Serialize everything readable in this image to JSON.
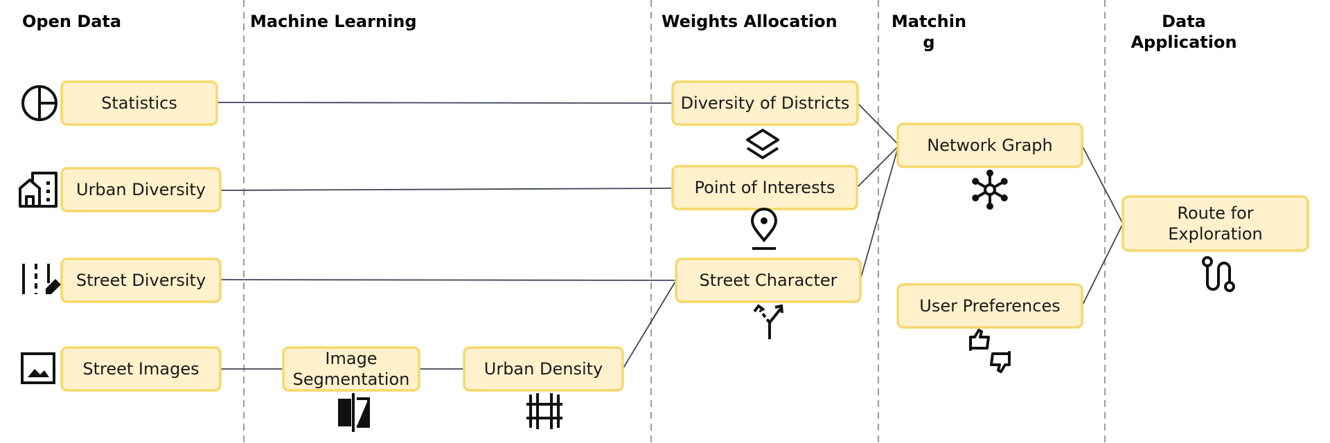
{
  "colors": {
    "node_fill": "#FFF1CC",
    "node_stroke": "#F6D86A",
    "connector": "#3b4556",
    "divider": "#a0a0a0",
    "icon": "#111111"
  },
  "columns": [
    {
      "id": "open-data",
      "lines": [
        "Open Data"
      ]
    },
    {
      "id": "machine-learning",
      "lines": [
        "Machine Learning"
      ]
    },
    {
      "id": "weights-allocation",
      "lines": [
        "Weights Allocation"
      ]
    },
    {
      "id": "matching",
      "lines": [
        "Matchin",
        "g"
      ]
    },
    {
      "id": "data-application",
      "lines": [
        "Data",
        "Application"
      ]
    }
  ],
  "nodes": [
    {
      "id": "statistics",
      "lines": [
        "Statistics"
      ],
      "icon": "pie-chart-icon"
    },
    {
      "id": "urban-diversity",
      "lines": [
        "Urban Diversity"
      ],
      "icon": "buildings-icon"
    },
    {
      "id": "street-diversity",
      "lines": [
        "Street Diversity"
      ],
      "icon": "street-edit-icon"
    },
    {
      "id": "street-images",
      "lines": [
        "Street Images"
      ],
      "icon": "image-icon"
    },
    {
      "id": "image-segmentation",
      "lines": [
        "Image",
        "Segmentation"
      ],
      "icon": "compare-icon"
    },
    {
      "id": "urban-density",
      "lines": [
        "Urban Density"
      ],
      "icon": "grid-icon"
    },
    {
      "id": "diversity-of-districts",
      "lines": [
        "Diversity of Districts"
      ],
      "icon": "layers-icon"
    },
    {
      "id": "point-of-interests",
      "lines": [
        "Point of Interests"
      ],
      "icon": "map-pin-icon"
    },
    {
      "id": "street-character",
      "lines": [
        "Street Character"
      ],
      "icon": "fork-arrows-icon"
    },
    {
      "id": "network-graph",
      "lines": [
        "Network Graph"
      ],
      "icon": "network-icon"
    },
    {
      "id": "user-preferences",
      "lines": [
        "User Preferences"
      ],
      "icon": "thumbs-icon"
    },
    {
      "id": "route-for-exploration",
      "lines": [
        "Route for",
        "Exploration"
      ],
      "icon": "route-icon"
    }
  ],
  "edges": [
    [
      "statistics",
      "diversity-of-districts"
    ],
    [
      "urban-diversity",
      "point-of-interests"
    ],
    [
      "street-diversity",
      "street-character"
    ],
    [
      "street-images",
      "image-segmentation"
    ],
    [
      "image-segmentation",
      "urban-density"
    ],
    [
      "urban-density",
      "street-character"
    ],
    [
      "diversity-of-districts",
      "network-graph"
    ],
    [
      "point-of-interests",
      "network-graph"
    ],
    [
      "street-character",
      "network-graph"
    ],
    [
      "network-graph",
      "route-for-exploration"
    ],
    [
      "user-preferences",
      "route-for-exploration"
    ]
  ]
}
